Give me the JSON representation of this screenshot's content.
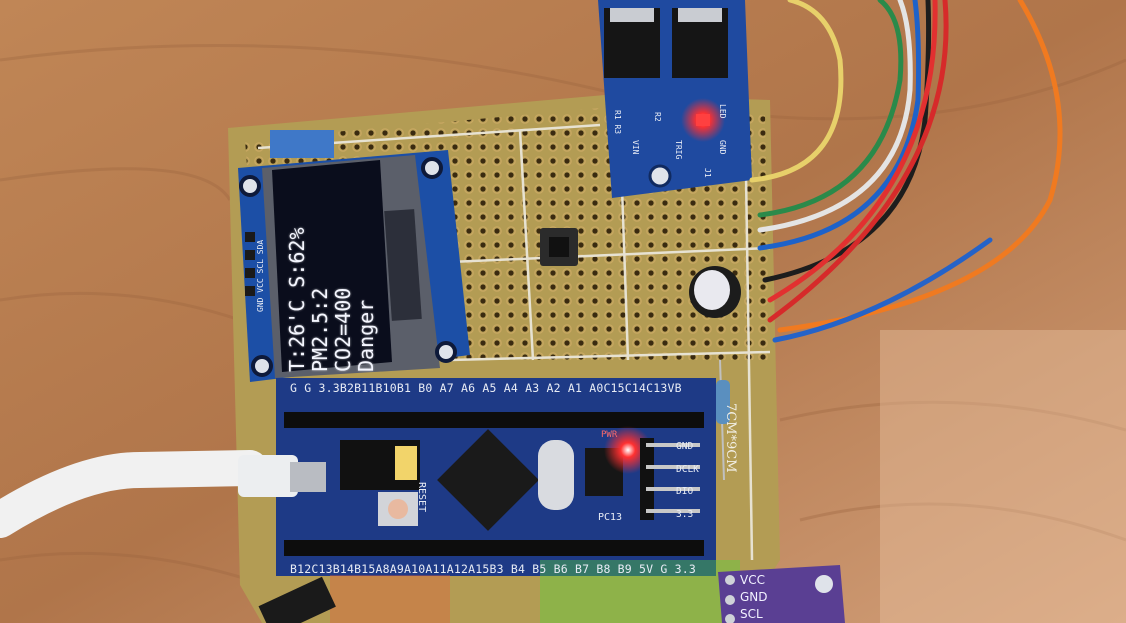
{
  "oled": {
    "lines": [
      "T:26'C S:62%",
      "PM2.5:2",
      "CO2=400",
      "Danger"
    ]
  },
  "silkscreen": {
    "top_pins": "G G 3.3B2B11B10B1 B0 A7 A6 A5 A4 A3 A2 A1 A0C15C14C13VB",
    "bottom_pins": "B12C13B14B15A8A9A10A11A12A15B3 B4 B5 B6 B7 B8 B9 5V G 3.3",
    "reset": "RESET",
    "pc13": "PC13",
    "pwr": "PWR",
    "debug_pins": [
      "GND",
      "DCLK",
      "DIO",
      "3.3"
    ],
    "board_size": "7CM*9CM",
    "oled_pins": "GND VCC SCL SDA",
    "relay_labels": [
      "LED",
      "GND",
      "TRIG",
      "VIN",
      "R1 R3",
      "R2",
      "J1"
    ]
  },
  "sensor_labels": [
    "VCC",
    "GND",
    "SCL"
  ],
  "colors": {
    "table_wood": "#b57a4e",
    "perfboard": "#b39c54",
    "blue_pill": "#1e3a86",
    "oled_screen": "#0a0d1c",
    "led_red": "#ff2020"
  }
}
